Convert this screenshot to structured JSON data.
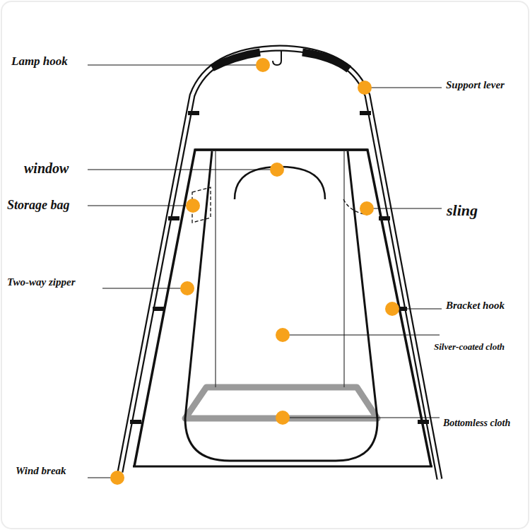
{
  "diagram": {
    "labels": [
      "Lamp hook",
      "Support lever",
      "window",
      "Storage bag",
      "sling",
      "Two-way zipper",
      "Bracket hook",
      "Silver-coated cloth",
      "Bottomless cloth",
      "Wind break"
    ]
  }
}
